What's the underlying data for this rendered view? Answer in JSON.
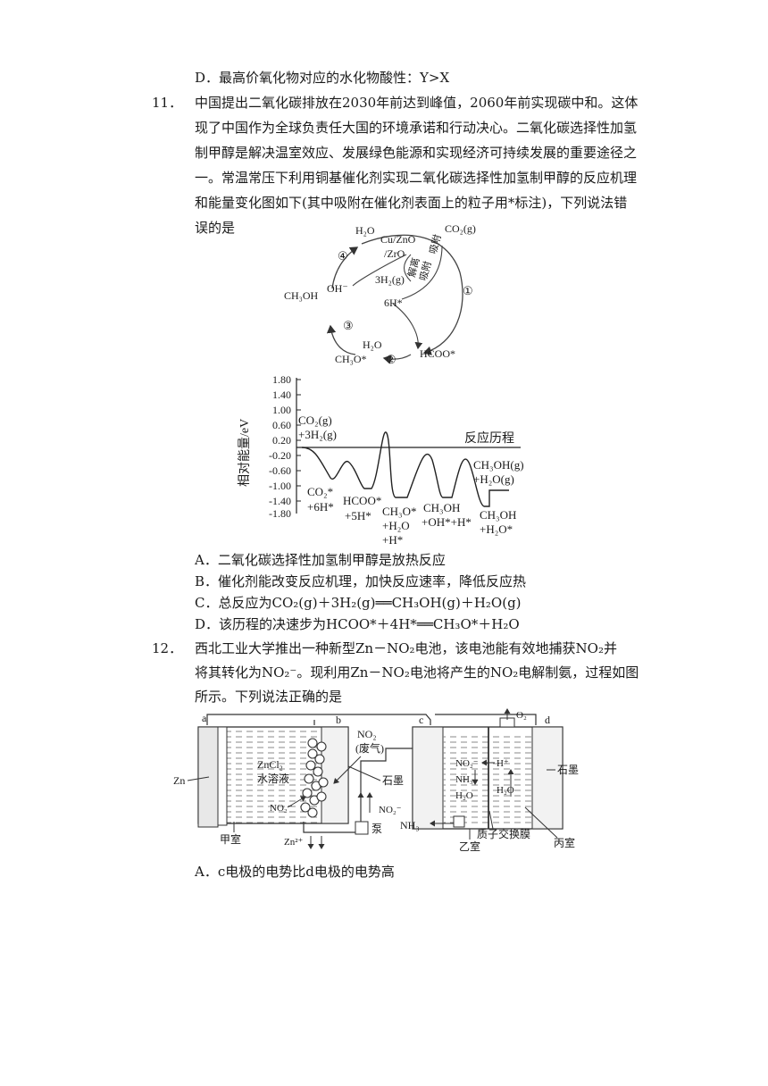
{
  "q10": {
    "optD": "D．最高价氧化物对应的水化物酸性：Y>X"
  },
  "q11": {
    "number": "11．",
    "stem": [
      "中国提出二氧化碳排放在2030年前达到峰值，2060年前实现碳中和。这体",
      "现了中国作为全球负责任大国的环境承诺和行动决心。二氧化碳选择性加氢",
      "制甲醇是解决温室效应、发展绿色能源和实现经济可持续发展的重要途径之",
      "一。常温常压下利用铜基催化剂实现二氧化碳选择性加氢制甲醇的反应机理",
      "和能量变化图如下(其中吸附在催化剂表面上的粒子用*标注)，下列说法错",
      "误的是"
    ],
    "cycle": {
      "catalyst1": "Cu/ZnO",
      "catalyst2": "/ZrO",
      "h2o_top": "H₂O",
      "co2": "CO₂(g)",
      "adsorb": "吸附",
      "desorb_label": "解离",
      "adsorb2": "吸附",
      "h2": "3H₂(g)",
      "oh": "OH⁻",
      "h6": "6H*",
      "ch3oh": "CH₃OH",
      "h2o_mid": "H₂O",
      "ch3o": "CH₃O*",
      "hcoo": "HCOO*",
      "steps": [
        "①",
        "②",
        "③",
        "④"
      ]
    },
    "energy": {
      "ylabel": "相对能量/eV",
      "xlabel": "反应历程",
      "ticks": [
        "1.80",
        "1.40",
        "1.00",
        "0.60",
        "0.20",
        "-0.20",
        "-0.60",
        "-1.00",
        "-1.40",
        "-1.80"
      ],
      "start": [
        "CO₂(g)",
        "+3H₂(g)"
      ],
      "end": [
        "CH₃OH(g)",
        "+H₂O(g)"
      ],
      "states": [
        [
          "CO₂*",
          "+6H*"
        ],
        [
          "HCOO*",
          "+5H*"
        ],
        [
          "CH₃O*",
          "+H₂O",
          "+H*"
        ],
        [
          "CH₃OH",
          "+OH*+H*"
        ],
        [
          "CH₃OH",
          "+H₂O*"
        ]
      ]
    },
    "options": [
      "A．二氧化碳选择性加氢制甲醇是放热反应",
      "B．催化剂能改变反应机理，加快反应速率，降低反应热",
      "C．总反应为CO₂(g)＋3H₂(g)══CH₃OH(g)＋H₂O(g)",
      "D．该历程的决速步为HCOO*＋4H*══CH₃O*＋H₂O"
    ]
  },
  "q12": {
    "number": "12．",
    "stem": [
      "西北工业大学推出一种新型Zn－NO₂电池，该电池能有效地捕获NO₂并",
      "将其转化为NO₂⁻。现利用Zn－NO₂电池将产生的NO₂电解制氨，过程如图",
      "所示。下列说法正确的是"
    ],
    "diagram": {
      "a": "a",
      "b": "b",
      "c": "c",
      "d": "d",
      "no2_in": "NO₂",
      "waste": "(废气)",
      "zncl2": "ZnCl₂",
      "solution": "水溶液",
      "zn": "Zn",
      "no2m_left": "NO₂⁻",
      "graphite_mid": "石墨",
      "no2m_pipe": "NO₂⁻",
      "pump": "泵",
      "zn2": "Zn²⁺",
      "jia": "甲室",
      "nh3_out": "NH₃",
      "yi": "乙室",
      "membrane": "质子交换膜",
      "bing": "丙室",
      "graphite_right": "石墨",
      "o2": "O₂",
      "no2m_yi": "NO₂⁻",
      "nh3_yi": "NH₃",
      "h2o_yi": "H₂O",
      "hplus": "H⁺",
      "h2o_bing": "H₂O"
    },
    "optA": "A．c电极的电势比d电极的电势高"
  }
}
